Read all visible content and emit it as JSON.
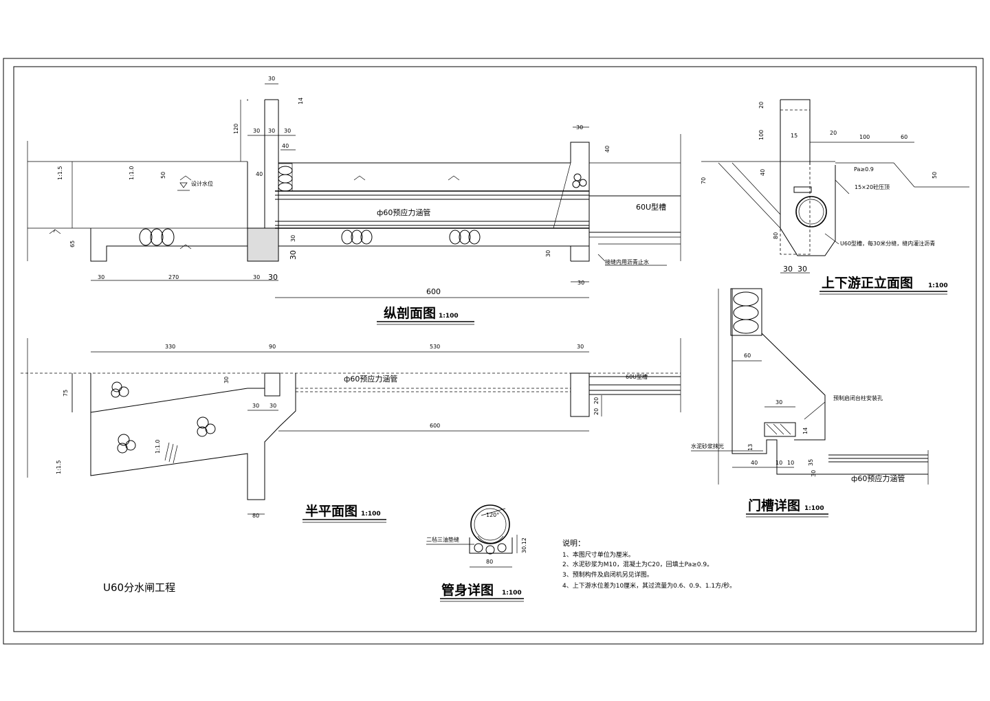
{
  "titles": {
    "longitudinal": "纵剖面图",
    "half_plan": "半平面图",
    "elevation": "上下游正立面图",
    "gate_slot": "门槽详图",
    "pipe_detail": "管身详图",
    "scale": "1:100"
  },
  "project_name": "U60分水闸工程",
  "labels": {
    "pipe": "ф60预应力涵管",
    "pipe_plan": "ф60预应力涵管",
    "u_channel": "60U型槽",
    "u_channel_plan": "60U型槽",
    "joint_note": "接缝内用沥青止水",
    "compaction": "Pa≥0.9",
    "compaction_plan": "15×20砼压顶",
    "u_note": "U60型槽，每30米分缝，缝内灌注沥青",
    "gate_hole": "预制启闭台柱安装孔",
    "mortar": "水泥砂浆抹光",
    "pipe_gate": "ф60预应力涵管",
    "saddle": "二毡三油垫缝",
    "water_level": "设计水位",
    "slope_a": "1:1.5",
    "slope_b": "1:1.0",
    "slope_c": "1:1.5",
    "slope_d": "1:1.0",
    "angle": "120°"
  },
  "notes": {
    "heading": "说明：",
    "items": [
      "1、本图尺寸单位为厘米。",
      "2、水泥砂浆为M10，混凝土为C20，回填土Pa≥0.9。",
      "3、预制构件及启闭机另见详图。",
      "4、上下游水位差为10厘米，其过流量为0.6、0.9、1.1方/秒。"
    ]
  },
  "dims": {
    "l_30top": "30",
    "l_14": "14",
    "l_120": "120",
    "l_30a": "30",
    "l_30b": "30",
    "l_30c": "30",
    "l_40a": "40",
    "l_40b": "40",
    "l_40c": "40",
    "l_50": "50",
    "l_65": "65",
    "l_30d": "30",
    "l_30e": "30",
    "l_30f": "30",
    "l_30g": "30",
    "l_270": "270",
    "l_30h": "30",
    "l_30i": "30",
    "l_600": "600",
    "l_30j": "30",
    "p_330": "330",
    "p_90": "90",
    "p_530": "530",
    "p_30a": "30",
    "p_75": "75",
    "p_30b": "30",
    "p_30c": "30",
    "p_30d": "30",
    "p_20a": "20",
    "p_20b": "20",
    "p_600": "600",
    "p_80": "80",
    "e_20a": "20",
    "e_100a": "100",
    "e_15": "15",
    "e_20b": "20",
    "e_100b": "100",
    "e_60a": "60",
    "e_40": "40",
    "e_70": "70",
    "e_50": "50",
    "e_80": "80",
    "e_30a": "30",
    "e_30b": "30",
    "g_60": "60",
    "g_30": "30",
    "g_14": "14",
    "g_13": "13",
    "g_40": "40",
    "g_10a": "10",
    "g_10b": "10",
    "g_35": "35",
    "d_80": "80",
    "d_h": "30.12"
  }
}
